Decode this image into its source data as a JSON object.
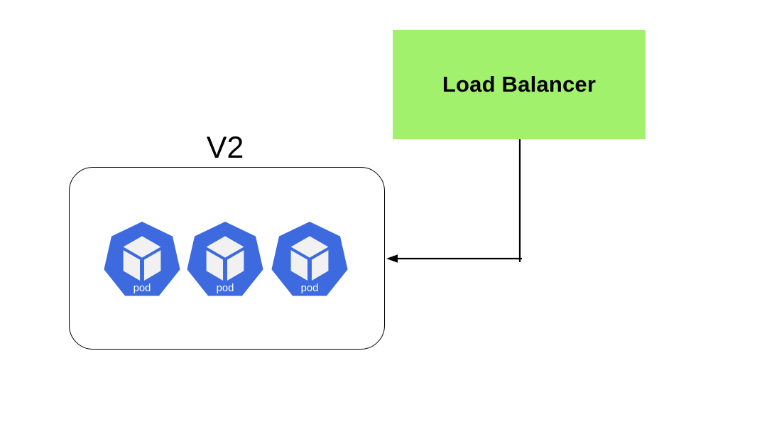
{
  "background_color": "#ffffff",
  "load_balancer": {
    "label": "Load Balancer",
    "fill": "#a2f16c",
    "label_color": "#000000"
  },
  "group": {
    "label": "V2",
    "border_color": "#000000"
  },
  "pods": [
    {
      "label": "pod"
    },
    {
      "label": "pod"
    },
    {
      "label": "pod"
    }
  ],
  "pod_style": {
    "heptagon_fill": "#3d6ade",
    "cube_fill": "#f1f1f1",
    "label_color": "#ffffff"
  },
  "connector": {
    "from": "Load Balancer",
    "to": "V2",
    "color": "#000000"
  }
}
